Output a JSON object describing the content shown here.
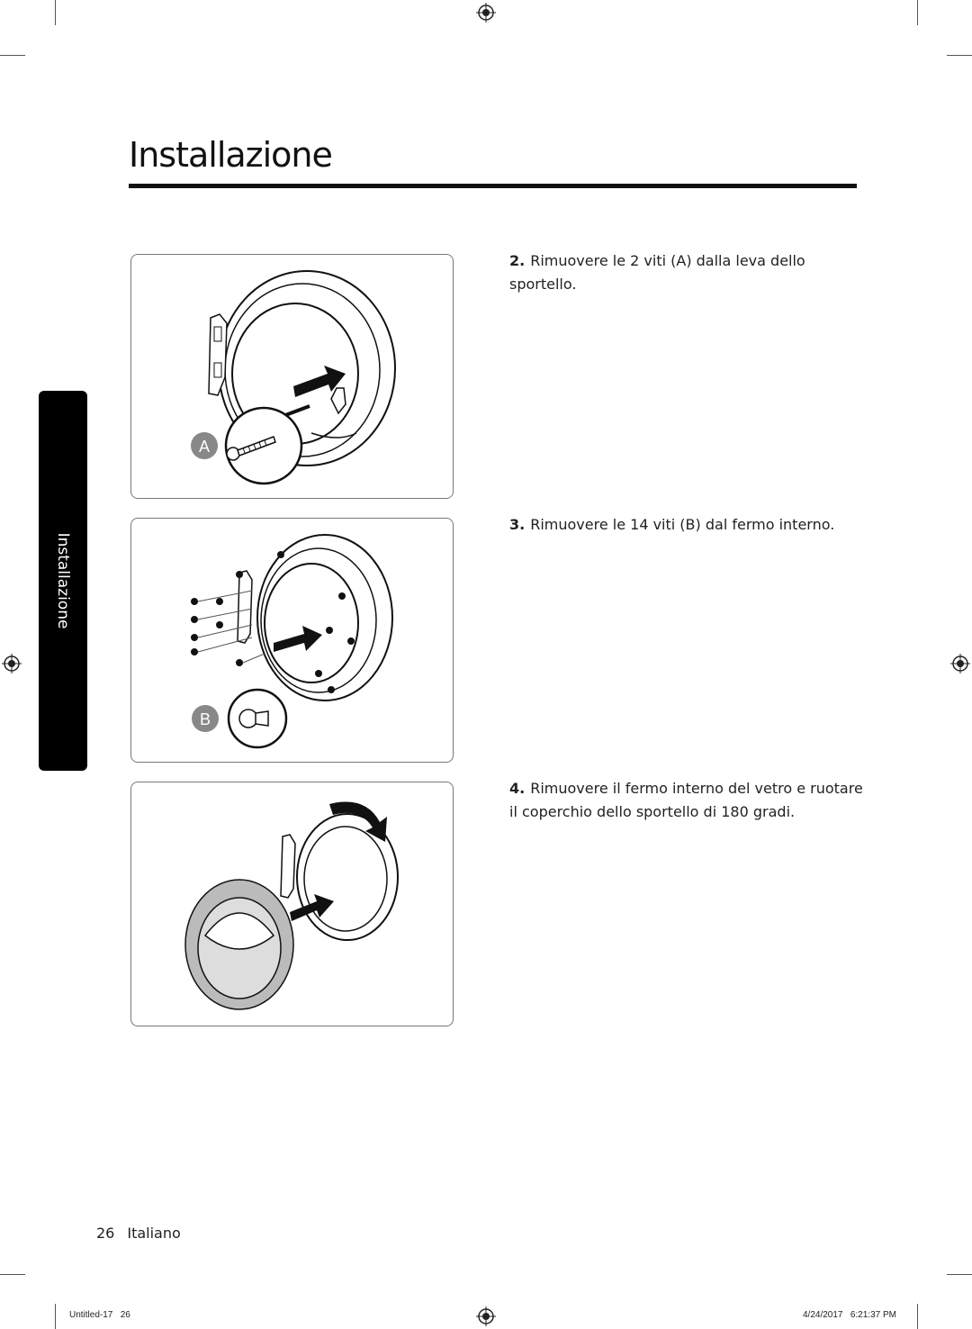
{
  "page": {
    "title": "Installazione",
    "side_tab": "Installazione",
    "page_number": "26",
    "language": "Italiano"
  },
  "steps": [
    {
      "number": "2.",
      "text": "Rimuovere le 2 viti (A) dalla leva dello sportello."
    },
    {
      "number": "3.",
      "text": "Rimuovere le 14 viti (B) dal fermo interno."
    },
    {
      "number": "4.",
      "text": "Rimuovere il fermo interno del vetro e ruotare il coperchio dello sportello di 180 gradi."
    }
  ],
  "figures": [
    {
      "callout": "A"
    },
    {
      "callout": "B"
    },
    {
      "callout": ""
    }
  ],
  "slug": {
    "file": "Untitled-17",
    "file_page": "26",
    "date": "4/24/2017",
    "time": "6:21:37 PM"
  }
}
